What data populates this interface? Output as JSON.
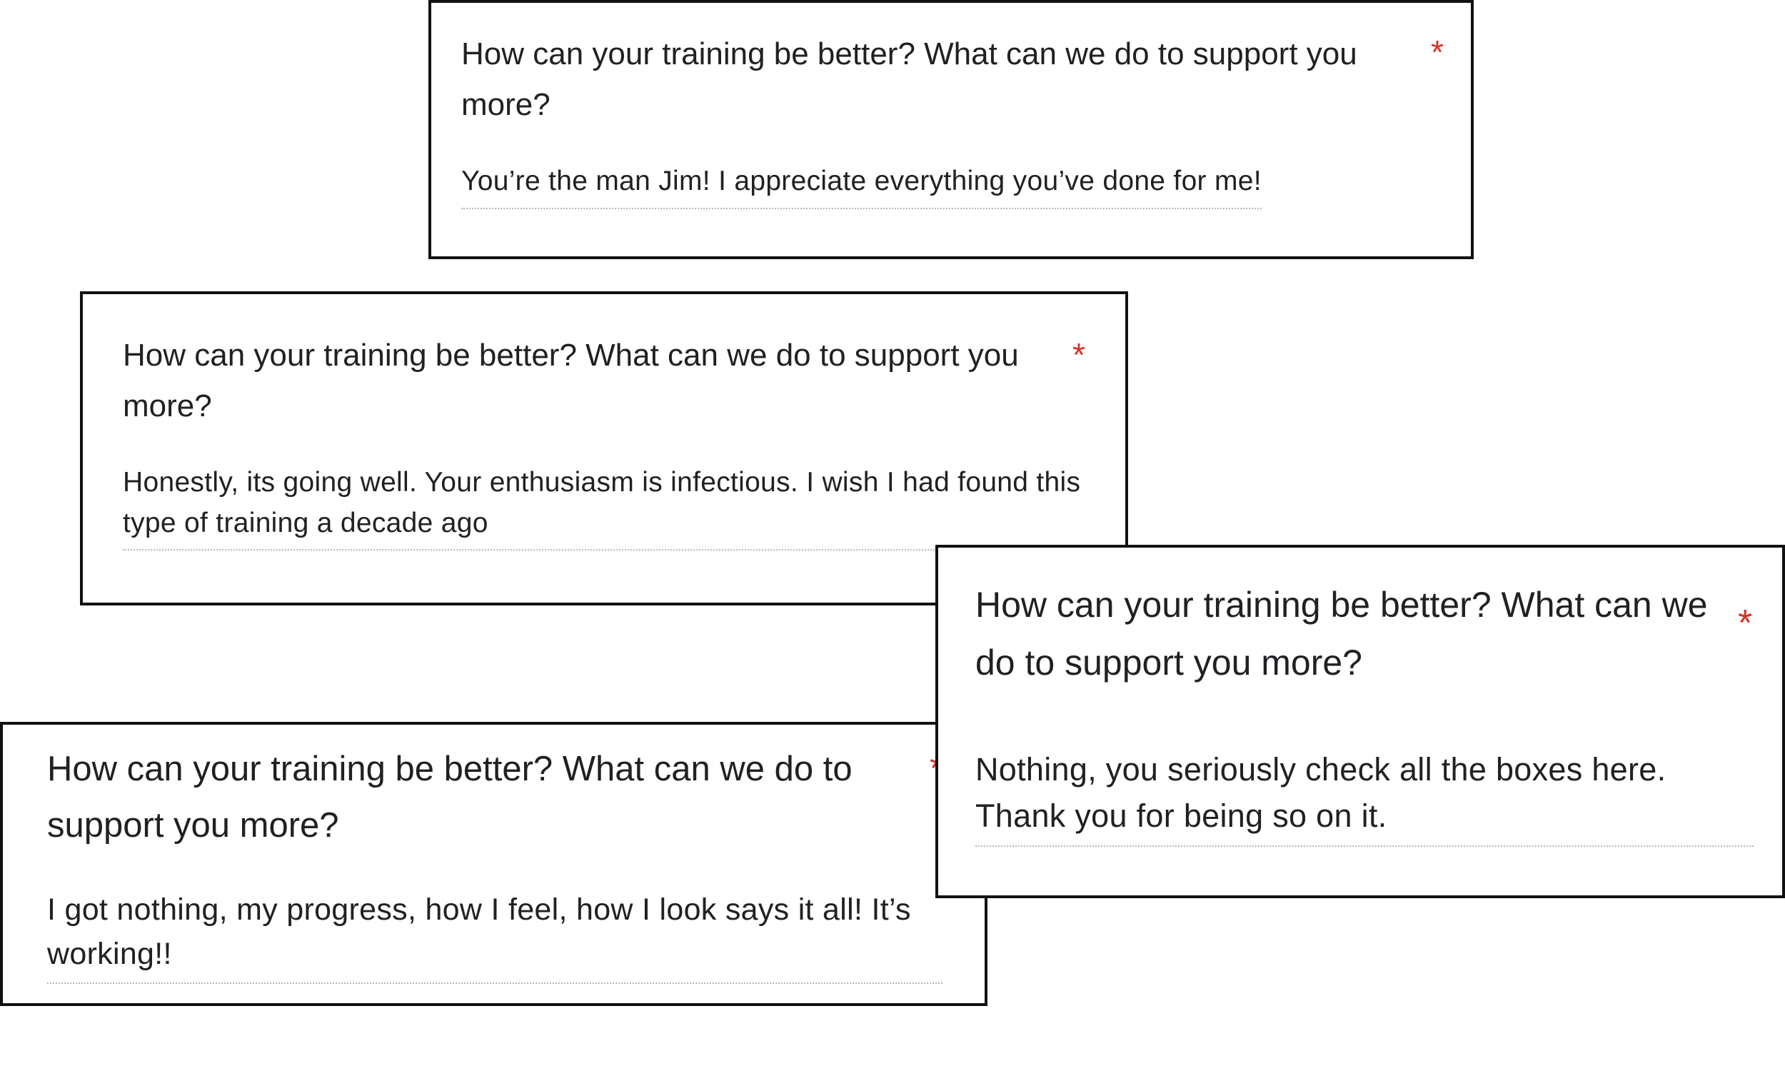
{
  "cards": [
    {
      "question": "How can your training be better? What can we do to support you more?",
      "required_marker": "*",
      "answer": "You’re the man Jim! I appreciate everything you’ve done for me!"
    },
    {
      "question": "How can your training be better? What can we do to support you more?",
      "required_marker": "*",
      "answer": "Honestly, its going well. Your enthusiasm is infectious. I wish I had found this type of training a decade ago"
    },
    {
      "question": "How can your training be better? What can we do to support you more?",
      "required_marker": "*",
      "answer": "I got nothing, my progress, how I feel, how I look says it all! It’s working!!"
    },
    {
      "question": "How can your training be better? What can we do to support you more?",
      "required_marker": "*",
      "answer": "Nothing, you seriously check all the boxes here. Thank you for being so on it."
    }
  ],
  "colors": {
    "required": "#d93025",
    "text": "#202124",
    "border": "#111111"
  }
}
